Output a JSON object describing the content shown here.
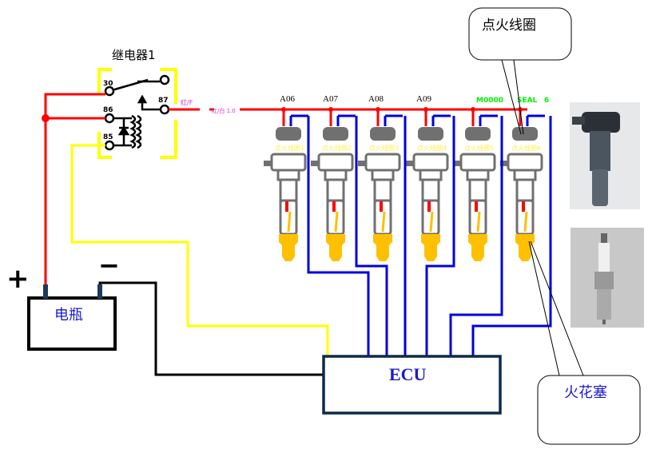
{
  "relay": {
    "title": "继电器1",
    "pins": [
      "30",
      "86",
      "85",
      "87"
    ],
    "wire_label_1": "红/F",
    "wire_label_2": "红/白 1.0"
  },
  "coil_ids": [
    "A06",
    "A07",
    "A08",
    "A09"
  ],
  "green_labels": [
    "M0000",
    "SEAL",
    "6"
  ],
  "coil_labels": [
    "点火线圈1",
    "点火线圈2",
    "点火线圈3",
    "点火线圈4",
    "点火线圈5",
    "点火线圈6"
  ],
  "callouts": {
    "coil": "点火线圈",
    "spark_plug": "火花塞"
  },
  "battery": {
    "label": "电瓶",
    "plus": "+",
    "minus": "−"
  },
  "ecu": {
    "label": "ECU"
  },
  "colors": {
    "power": "#ff0000",
    "signal": "#0000dd",
    "ground": "#000000",
    "relay_control": "#ffff00",
    "coil": "#707070",
    "plug": "#ffc000",
    "text_blue": "#1a1acc",
    "green": "#00ee00",
    "pink": "#cc33cc"
  }
}
